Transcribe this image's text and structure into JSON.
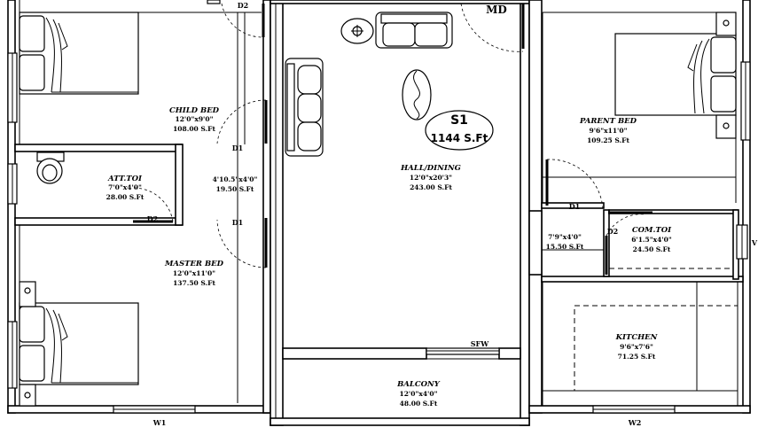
{
  "rooms": {
    "child_bed": {
      "name": "CHILD BED",
      "size": "12'0\"x9'0\"",
      "area": "108.00 S.Ft"
    },
    "att_toi": {
      "name": "ATT.TOI",
      "size": "7'0\"x4'0\"",
      "area": "28.00 S.Ft"
    },
    "passage": {
      "size": "4'10.5\"x4'0\"",
      "area": "19.50 S.Ft"
    },
    "master_bed": {
      "name": "MASTER BED",
      "size": "12'0\"x11'0\"",
      "area": "137.50 S.Ft"
    },
    "hall_dining": {
      "name": "HALL/DINING",
      "size": "12'0\"x20'3\"",
      "area": "243.00 S.Ft"
    },
    "parent_bed": {
      "name": "PARENT BED",
      "size": "9'6\"x11'0\"",
      "area": "109.25 S.Ft"
    },
    "com_toi": {
      "name": "COM.TOI",
      "size": "6'1.5\"x4'0\"",
      "area": "24.50 S.Ft"
    },
    "small_passage": {
      "size": "7'9\"x4'0\"",
      "area": "15.50 S.Ft"
    },
    "kitchen": {
      "name": "KITCHEN",
      "size": "9'6\"x7'6\"",
      "area": "71.25 S.Ft"
    },
    "balcony": {
      "name": "BALCONY",
      "size": "12'0\"x4'0\"",
      "area": "48.00 S.Ft"
    }
  },
  "badge": {
    "unit": "S1",
    "area": "1144 S.Ft"
  },
  "tags": {
    "md": "MD",
    "d1": "D1",
    "d2": "D2",
    "w1": "W1",
    "w2": "W2",
    "sfw": "SFW",
    "v": "V"
  }
}
